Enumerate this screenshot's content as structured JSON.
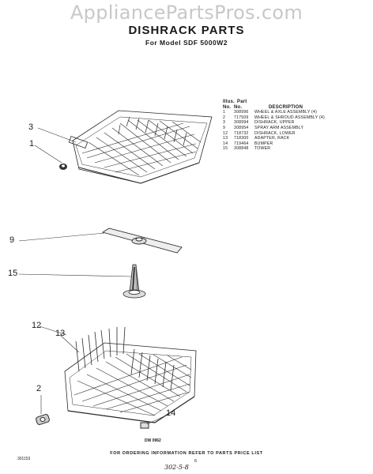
{
  "watermark": "AppliancePartsPros.com",
  "header": {
    "title": "DISHRACK PARTS",
    "subtitle": "For Model SDF 5000W2"
  },
  "parts_table": {
    "header_illus": "Illus.",
    "header_part": "Part",
    "header_no1": "No.",
    "header_no2": "No.",
    "header_description": "DESCRIPTION",
    "rows": [
      {
        "illus": "1",
        "part": "308996",
        "description": "WHEEL & AXLE ASSEMBLY (4)"
      },
      {
        "illus": "2",
        "part": "717509",
        "description": "WHEEL & SHROUD ASSEMBLY (4)"
      },
      {
        "illus": "3",
        "part": "308994",
        "description": "DISHRACK, UPPER"
      },
      {
        "illus": "9",
        "part": "308954",
        "description": "SPRAY ARM ASSEMBLY"
      },
      {
        "illus": "12",
        "part": "718732",
        "description": "DISHRACK, LOWER"
      },
      {
        "illus": "13",
        "part": "718300",
        "description": "ADAPTER, RACK"
      },
      {
        "illus": "14",
        "part": "719464",
        "description": "BUMPER"
      },
      {
        "illus": "15",
        "part": "308848",
        "description": "TOWER"
      }
    ]
  },
  "callouts": {
    "c3": "3",
    "c1": "1",
    "c9": "9",
    "c15": "15",
    "c12": "12",
    "c13": "13",
    "c2": "2",
    "c14": "14"
  },
  "dw_code": "DW 0962",
  "footer": "FOR ORDERING INFORMATION REFER TO PARTS PRICE LIST",
  "page_number": "6",
  "left_code": "301153",
  "handwritten_note": "302-5-8"
}
